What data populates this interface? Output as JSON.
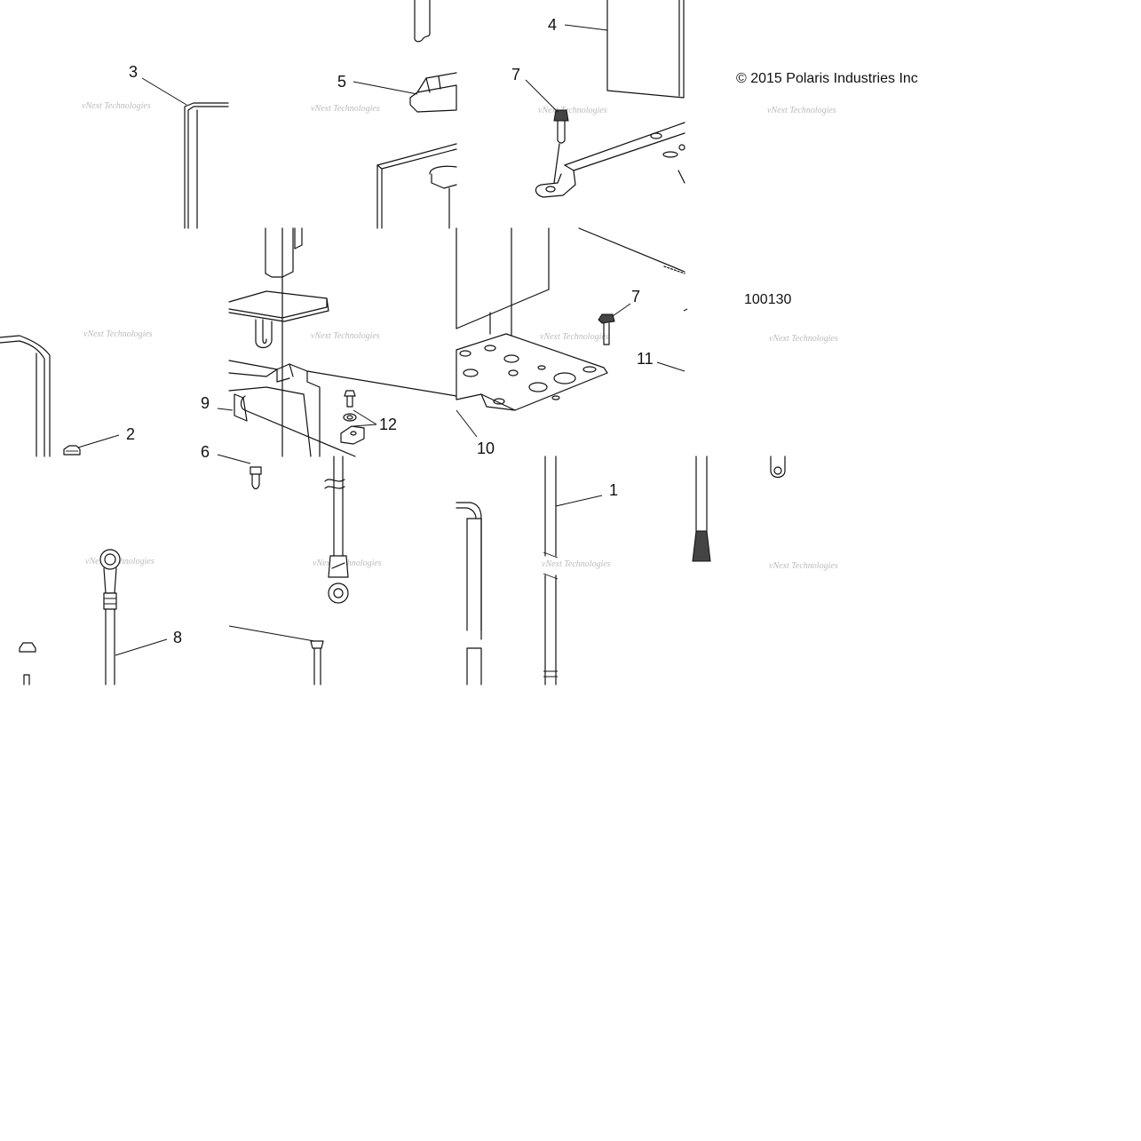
{
  "diagram": {
    "copyright": "© 2015 Polaris Industries Inc",
    "drawing_number": "100130",
    "watermark": "vNext Technologies",
    "callouts": {
      "c1": "1",
      "c2": "2",
      "c3": "3",
      "c4": "4",
      "c5": "5",
      "c6": "6",
      "c7a": "7",
      "c7b": "7",
      "c8": "8",
      "c9": "9",
      "c10": "10",
      "c11": "11",
      "c12": "12"
    }
  }
}
